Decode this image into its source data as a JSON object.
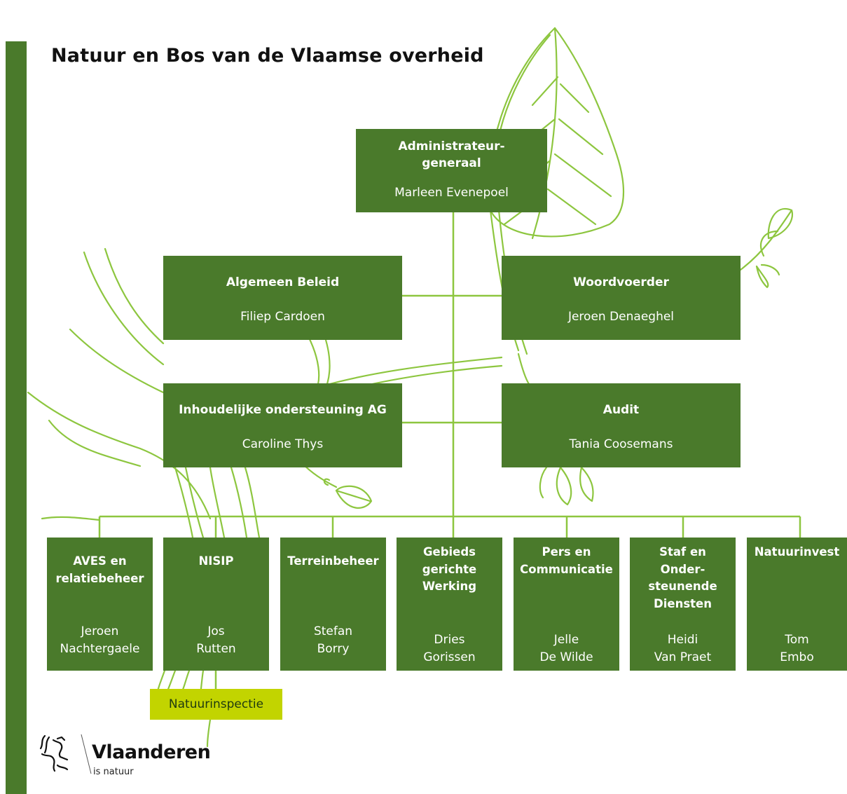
{
  "title": "Natuur en Bos van de Vlaamse overheid",
  "colors": {
    "box": "#4a7a2b",
    "line": "#8dc63f",
    "highlight": "#c2d400"
  },
  "top": {
    "title": "Administrateur-\ngeneraal",
    "name": "Marleen Evenepoel"
  },
  "staff": {
    "algemeen_beleid": {
      "title": "Algemeen Beleid",
      "name": "Filiep Cardoen"
    },
    "woordvoerder": {
      "title": "Woordvoerder",
      "name": "Jeroen Denaeghel"
    },
    "inhoudelijke": {
      "title": "Inhoudelijke ondersteuning AG",
      "name": "Caroline Thys"
    },
    "audit": {
      "title": "Audit",
      "name": "Tania Coosemans"
    }
  },
  "departments": [
    {
      "title": "AVES en\nrelatiebeheer",
      "name": "Jeroen\nNachtergaele"
    },
    {
      "title": "NISIP",
      "name": "Jos\nRutten"
    },
    {
      "title": "Terreinbeheer",
      "name": "Stefan\nBorry"
    },
    {
      "title": "Gebieds\ngerichte\nWerking",
      "name": "Dries\nGorissen"
    },
    {
      "title": "Pers en\nCommunicatie",
      "name": "Jelle\nDe Wilde"
    },
    {
      "title": "Staf en\nOnder-\nsteunende\nDiensten",
      "name": "Heidi\nVan Praet"
    },
    {
      "title": "Natuurinvest",
      "name": "Tom\nEmbo"
    }
  ],
  "sub_unit": {
    "label": "Natuurinspectie"
  },
  "logo": {
    "word": "Vlaanderen",
    "sub": "is natuur",
    "icon": "flemish-lion-icon"
  }
}
